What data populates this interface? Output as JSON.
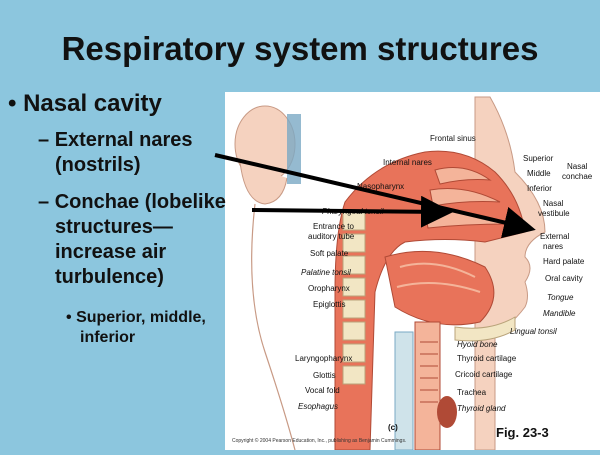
{
  "title": "Respiratory system structures",
  "bullets": {
    "level1": "Nasal cavity",
    "level2": [
      {
        "lines": [
          "External nares",
          "(nostrils)"
        ]
      },
      {
        "lines": [
          "Conchae (lobelike",
          "structures—",
          "increase air",
          "turbulence)"
        ]
      }
    ],
    "level3": {
      "lines": [
        "Superior, middle,",
        "inferior"
      ]
    },
    "markers": {
      "dot": "•",
      "dash": "–"
    }
  },
  "figure": {
    "panel_letter": "(c)",
    "copyright": "Copyright © 2004 Pearson Education, Inc., publishing as Benjamin Cummings.",
    "caption": "Fig. 23-3",
    "labels_right": [
      "Frontal sinus",
      "Superior",
      "Middle",
      "Inferior",
      "Nasal",
      "conchae",
      "Nasal",
      "vestibule",
      "External",
      "nares",
      "Hard palate",
      "Oral cavity",
      "Tongue",
      "Mandible",
      "Lingual tonsil",
      "Hyoid bone",
      "Thyroid cartilage",
      "Cricoid cartilage",
      "Trachea",
      "Thyroid gland"
    ],
    "labels_left": [
      "Internal nares",
      "Nasopharynx",
      "Pharyngeal tonsil",
      "Entrance to",
      "auditory tube",
      "Soft palate",
      "Palatine tonsil",
      "Oropharynx",
      "Epiglottis",
      "Laryngopharynx",
      "Glottis",
      "Vocal fold",
      "Esophagus"
    ]
  },
  "colors": {
    "background": "#8cc6de",
    "tissue": "#e8735a",
    "tissue_light": "#f4b49a",
    "skin": "#f5d2bf",
    "bone": "#f2e6c4",
    "arrow": "#000000"
  }
}
